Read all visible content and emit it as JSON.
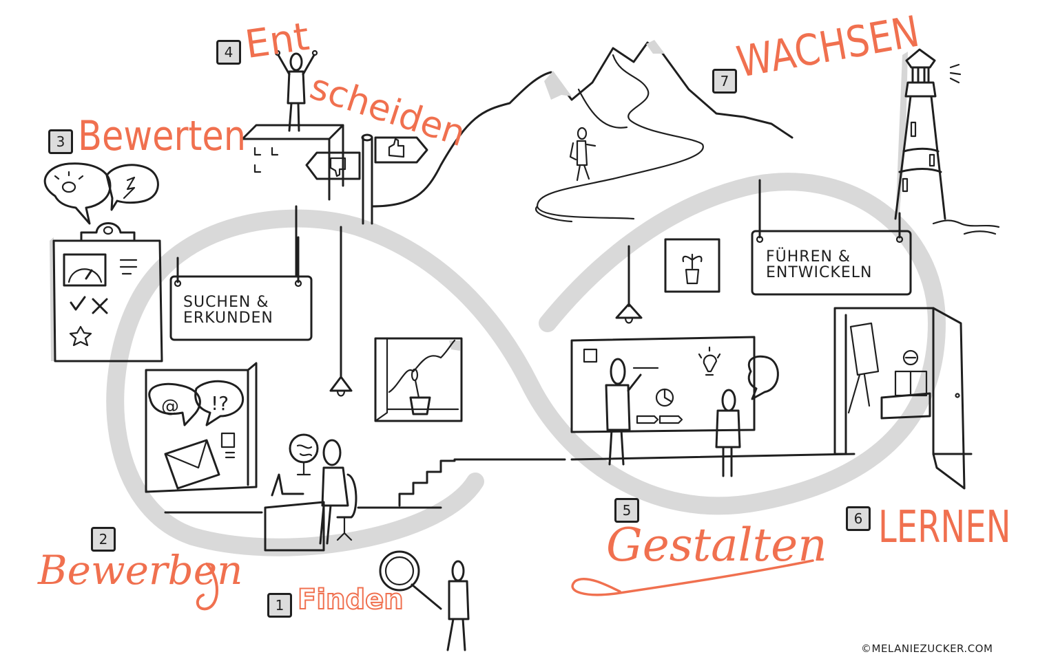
{
  "illustration": {
    "type": "sketchnote",
    "theme": "career journey infinity loop",
    "accent_color": "#f0704f",
    "ink_color": "#1f1f1f",
    "loop_color": "#d9d9d9",
    "badge_fill": "#dcdcdc"
  },
  "steps": [
    {
      "number": "1",
      "label": "Finden"
    },
    {
      "number": "2",
      "label": "Bewerben"
    },
    {
      "number": "3",
      "label": "Bewerten"
    },
    {
      "number": "4",
      "label_part1": "Ent",
      "label_part2": "scheiden"
    },
    {
      "number": "5",
      "label": "Gestalten"
    },
    {
      "number": "6",
      "label": "LERNEN"
    },
    {
      "number": "7",
      "label": "WACHSEN"
    }
  ],
  "signs": {
    "left": {
      "line1": "SUCHEN &",
      "line2": "ERKUNDEN"
    },
    "right": {
      "line1": "FÜHREN &",
      "line2": "ENTWICKELN"
    }
  },
  "bubbles": {
    "email": "@",
    "question": "!?"
  },
  "credit": "©MELANIEZUCKER.COM"
}
